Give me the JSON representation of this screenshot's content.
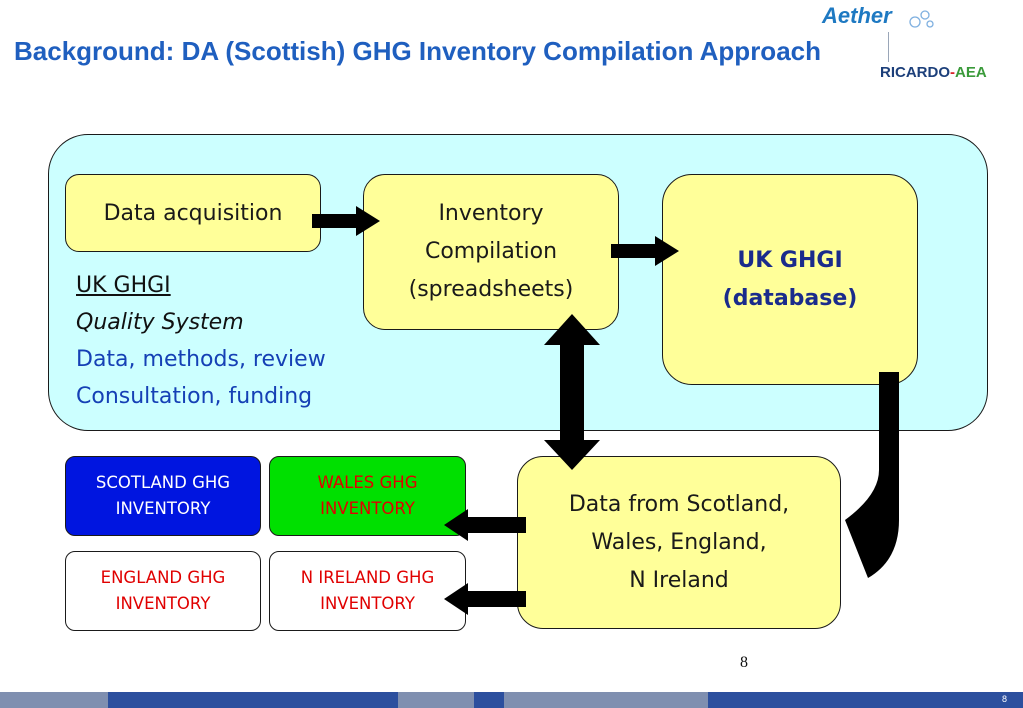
{
  "slide": {
    "title": "Background: DA (Scottish) GHG Inventory Compilation Approach",
    "page_number": "8",
    "footer_page_number": "8"
  },
  "logos": {
    "aether": "Aether",
    "ricardo": "RICARDO",
    "dash": "-",
    "aea": "AEA"
  },
  "diagram": {
    "data_acquisition": "Data acquisition",
    "inventory_compilation": [
      "Inventory",
      "Compilation",
      "(spreadsheets)"
    ],
    "uk_ghgi_db": [
      "UK GHGI",
      "(database)"
    ],
    "quality_system": {
      "line1": "UK GHGI",
      "line2": "Quality System",
      "line3": "Data, methods, review",
      "line4": "Consultation, funding"
    },
    "data_from": [
      "Data from Scotland,",
      "Wales, England,",
      "N Ireland"
    ],
    "inventories": {
      "scotland": [
        "SCOTLAND GHG",
        "INVENTORY"
      ],
      "wales": [
        "WALES GHG",
        "INVENTORY"
      ],
      "england": [
        "ENGLAND GHG",
        "INVENTORY"
      ],
      "nireland": [
        "N IRELAND GHG",
        "INVENTORY"
      ]
    }
  },
  "colors": {
    "title": "#1f5fbf",
    "panel": "#ccffff",
    "box_fill": "#ffff99",
    "scotland_fill": "#0015e0",
    "wales_fill": "#00e000",
    "inventory_red": "#e00000"
  }
}
